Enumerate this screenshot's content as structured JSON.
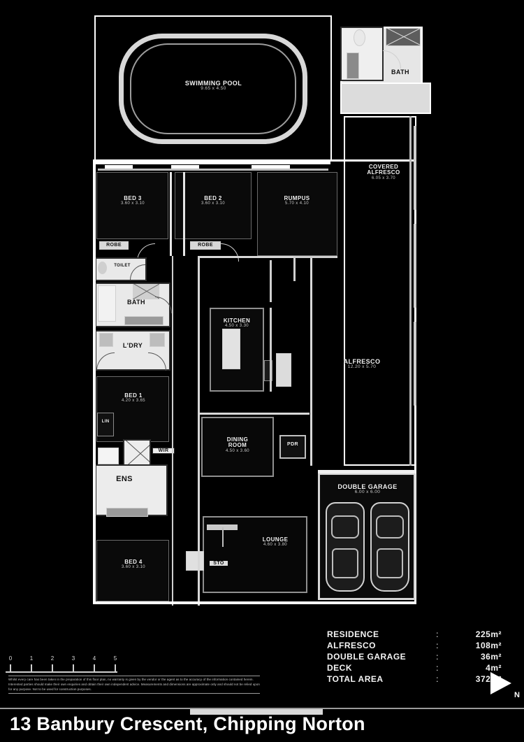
{
  "document": {
    "title": "13 Banbury Crescent, Chipping Norton",
    "type": "floor-plan"
  },
  "rooms": [
    {
      "key": "swimming_pool",
      "name": "SWIMMING POOL",
      "dims": "9.65 x 4.50"
    },
    {
      "key": "pool_bath",
      "name": "BATH",
      "dims": ""
    },
    {
      "key": "covered_alfresco",
      "name": "COVERED\nALFRESCO",
      "dims": "6.05 x 3.70"
    },
    {
      "key": "bed3",
      "name": "BED 3",
      "dims": "3.60 x 3.10"
    },
    {
      "key": "bed2",
      "name": "BED 2",
      "dims": "3.60 x 3.10"
    },
    {
      "key": "rumpus",
      "name": "RUMPUS",
      "dims": "5.70 x 4.10"
    },
    {
      "key": "robe3",
      "name": "ROBE",
      "dims": ""
    },
    {
      "key": "robe2",
      "name": "ROBE",
      "dims": ""
    },
    {
      "key": "toilet",
      "name": "TOILET",
      "dims": ""
    },
    {
      "key": "bath",
      "name": "BATH",
      "dims": ""
    },
    {
      "key": "ldry",
      "name": "L'DRY",
      "dims": ""
    },
    {
      "key": "kitchen",
      "name": "KITCHEN",
      "dims": "4.50 x 3.30"
    },
    {
      "key": "alfresco",
      "name": "ALFRESCO",
      "dims": "12.20 x 5.70"
    },
    {
      "key": "bed1",
      "name": "BED 1",
      "dims": "4.20 x 3.65"
    },
    {
      "key": "wir",
      "name": "WIR",
      "dims": ""
    },
    {
      "key": "ens",
      "name": "ENS",
      "dims": ""
    },
    {
      "key": "dining",
      "name": "DINING\nROOM",
      "dims": "4.50 x 3.60"
    },
    {
      "key": "pdr",
      "name": "PDR",
      "dims": ""
    },
    {
      "key": "double_garage",
      "name": "DOUBLE GARAGE",
      "dims": "6.00 x 6.00"
    },
    {
      "key": "lounge",
      "name": "LOUNGE",
      "dims": "4.60 x 3.80"
    },
    {
      "key": "bed4",
      "name": "BED 4",
      "dims": "3.60 x 3.10"
    },
    {
      "key": "sto",
      "name": "STO",
      "dims": ""
    },
    {
      "key": "linen",
      "name": "LIN",
      "dims": ""
    }
  ],
  "schedule": {
    "rows": [
      {
        "label": "RESIDENCE",
        "sep": ":",
        "value": "225",
        "unit": "m²"
      },
      {
        "label": "ALFRESCO",
        "sep": ":",
        "value": "108",
        "unit": "m²"
      },
      {
        "label": "DOUBLE GARAGE",
        "sep": ":",
        "value": "36",
        "unit": "m²"
      },
      {
        "label": "DECK",
        "sep": ":",
        "value": "4",
        "unit": "m²"
      },
      {
        "label": "TOTAL AREA",
        "sep": ":",
        "value": "372",
        "unit": "m²"
      }
    ]
  },
  "scale": {
    "ticks": [
      "0",
      "1",
      "2",
      "3",
      "4",
      "5"
    ],
    "unit": "m"
  },
  "compass": {
    "label": "N"
  },
  "disclaimer": {
    "text": "Whilst every care has been taken in the preparation of this floor plan, no warranty is given by the vendor or the agent as to the accuracy of the information contained herein. Interested parties should make their own enquiries and obtain their own independent advice. Measurements and dimensions are approximate only and should not be relied upon for any purpose. Not to be used for construction purposes."
  }
}
